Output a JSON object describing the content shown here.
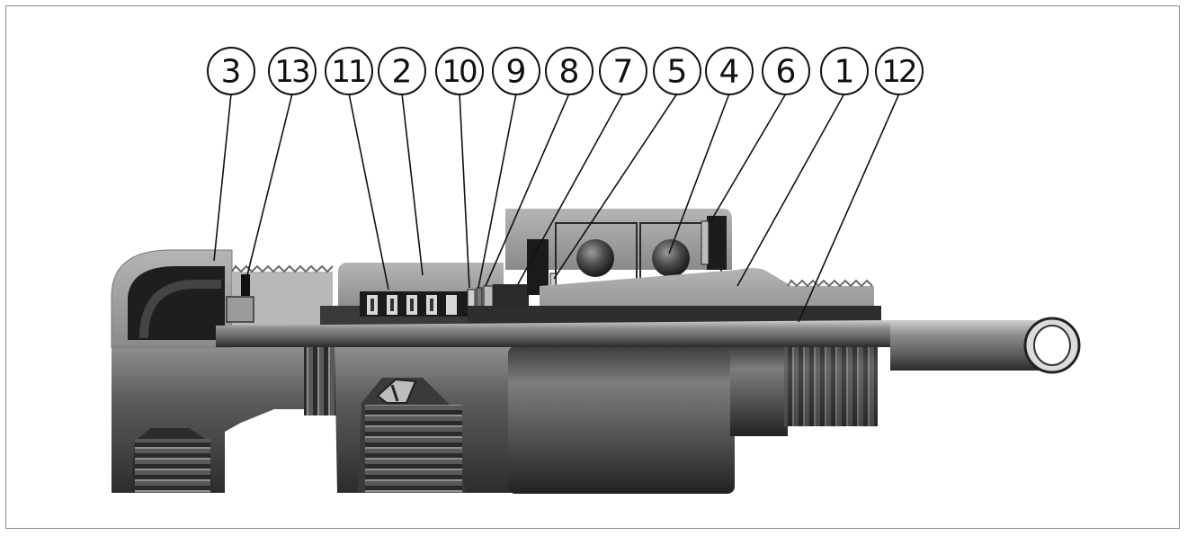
{
  "colors": {
    "background": "#ffffff",
    "ink": "#111111",
    "body_light": "#9b9b9b",
    "body_mid": "#6f6f6f",
    "body_dark": "#3a3a3a",
    "shadow": "#1f1f1f"
  },
  "callouts": [
    {
      "id": "c3",
      "label": "3"
    },
    {
      "id": "c13",
      "label": "13"
    },
    {
      "id": "c11",
      "label": "11"
    },
    {
      "id": "c2",
      "label": "2"
    },
    {
      "id": "c10",
      "label": "10"
    },
    {
      "id": "c9",
      "label": "9"
    },
    {
      "id": "c8",
      "label": "8"
    },
    {
      "id": "c7",
      "label": "7"
    },
    {
      "id": "c5",
      "label": "5"
    },
    {
      "id": "c4",
      "label": "4"
    },
    {
      "id": "c6",
      "label": "6"
    },
    {
      "id": "c1",
      "label": "1"
    },
    {
      "id": "c12",
      "label": "12"
    }
  ]
}
